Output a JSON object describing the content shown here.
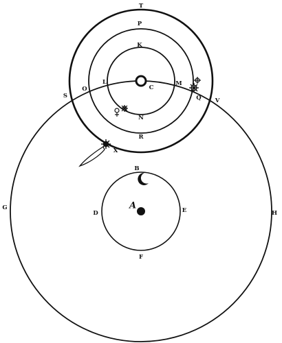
{
  "diagram": {
    "labels": {
      "T": "T",
      "P": "P",
      "K": "K",
      "C": "C",
      "L": "L",
      "M": "M",
      "O": "O",
      "S": "S",
      "Q": "Q",
      "V": "V",
      "N": "N",
      "R": "R",
      "X": "X",
      "B": "B",
      "D": "D",
      "E": "E",
      "F": "F",
      "G": "G",
      "H": "H",
      "A": "A"
    },
    "stroke_color": "#111111",
    "background_color": "#ffffff"
  }
}
